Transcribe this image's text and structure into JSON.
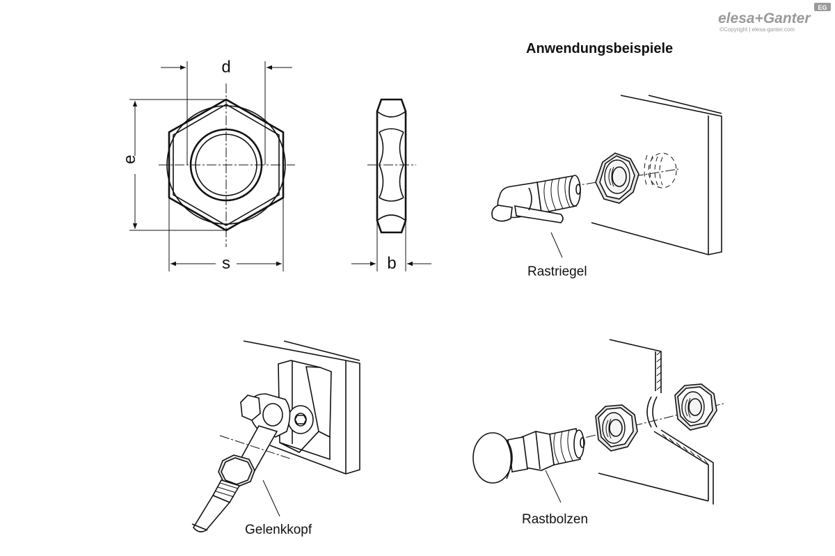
{
  "logo": {
    "brand": "elesa+Ganter",
    "badge": "EG",
    "copyright": "©Copyright | elesa-ganter.com"
  },
  "heading": "Anwendungsbeispiele",
  "dimensions": {
    "d": "d",
    "e": "e",
    "s": "s",
    "b": "b"
  },
  "examples": {
    "rastriegel": "Rastriegel",
    "gelenkkopf": "Gelenkkopf",
    "rastbolzen": "Rastbolzen"
  }
}
